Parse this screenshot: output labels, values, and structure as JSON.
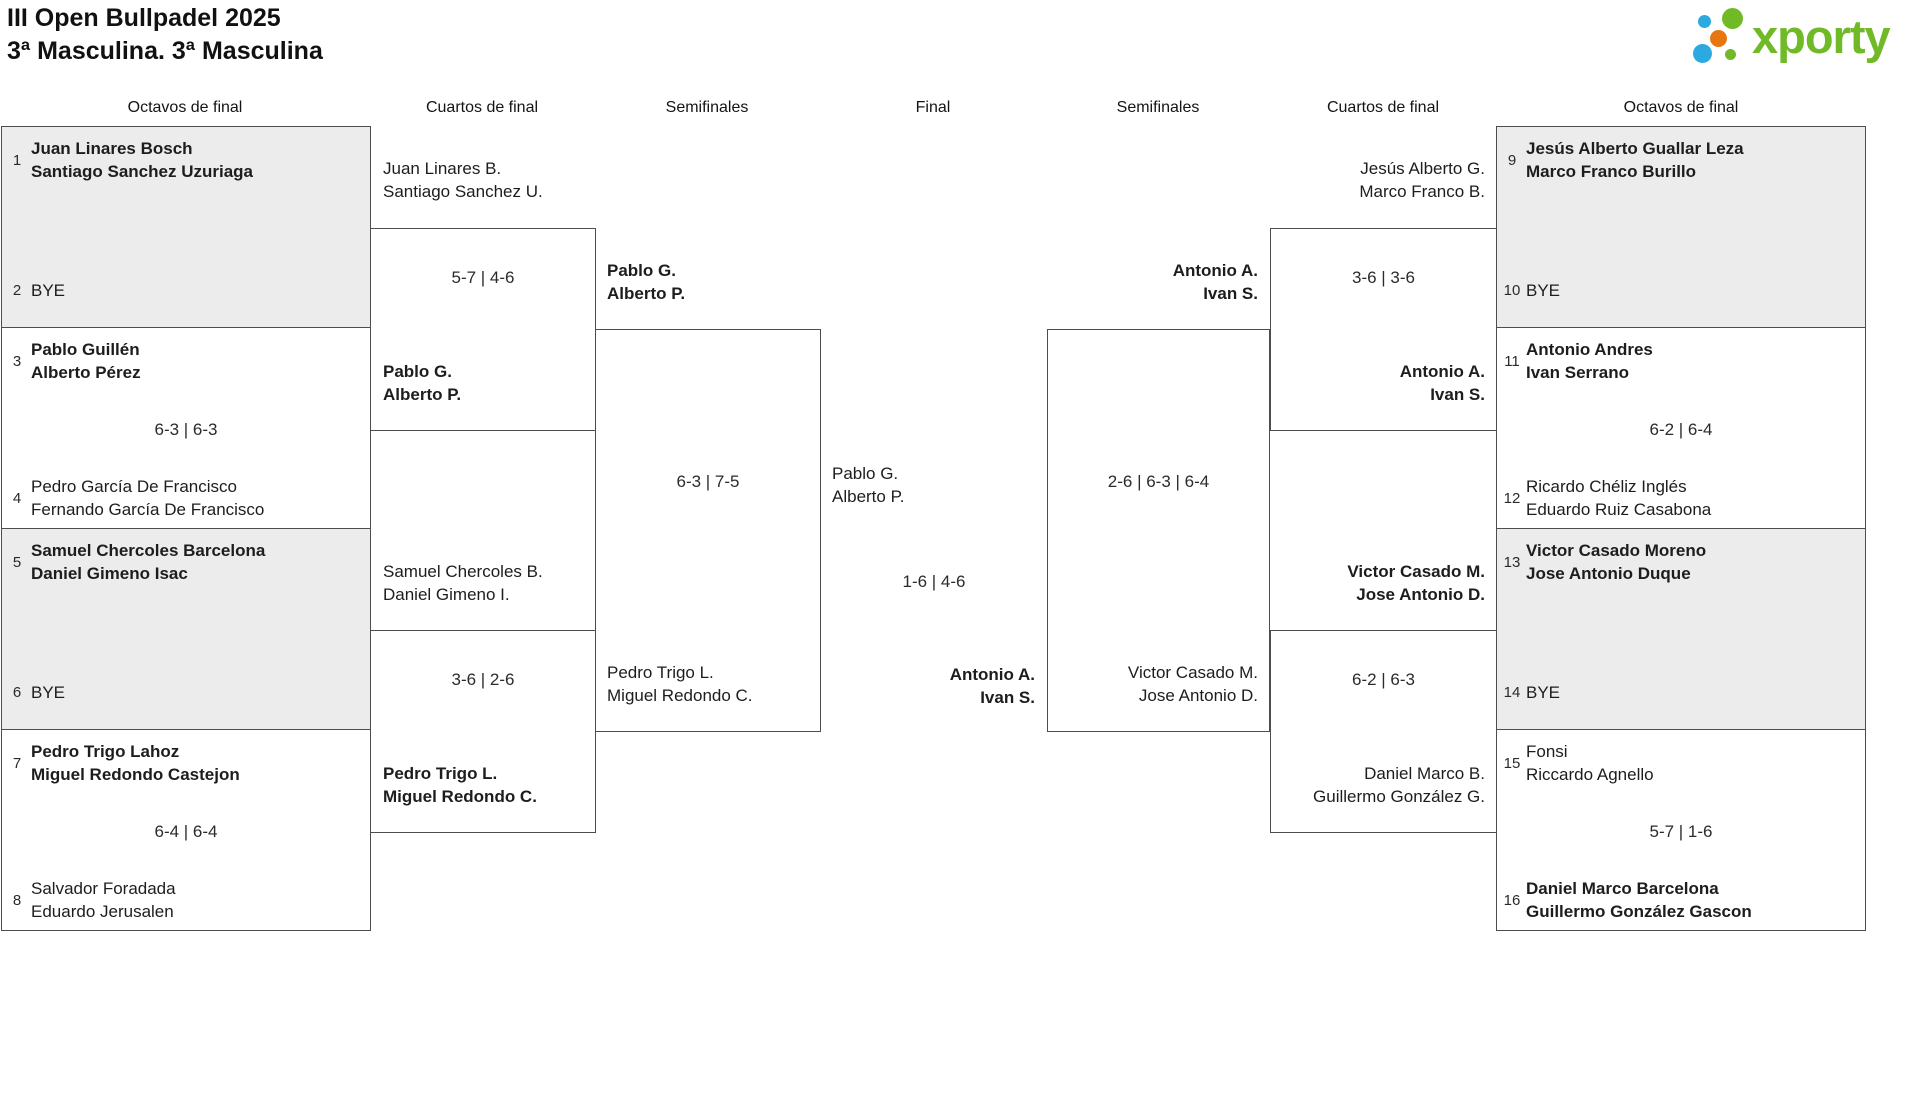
{
  "title": "III Open Bullpadel 2025",
  "subtitle": "3ª Masculina. 3ª Masculina",
  "logo": {
    "text": "xporty",
    "green": "#70ba28",
    "blue": "#2da9e1",
    "orange": "#e87610"
  },
  "colors": {
    "box_gray": "#ececec",
    "border": "#4d4d4d"
  },
  "round_headers": [
    "Octavos de final",
    "Cuartos de final",
    "Semifinales",
    "Final",
    "Semifinales",
    "Cuartos de final",
    "Octavos de final"
  ],
  "octavos_left": [
    {
      "seed_top": "1",
      "team_top": [
        "Juan Linares Bosch",
        "Santiago Sanchez Uzuriaga"
      ],
      "score": "",
      "seed_bottom": "2",
      "team_bottom": [
        "BYE"
      ]
    },
    {
      "seed_top": "3",
      "team_top": [
        "Pablo Guillén",
        "Alberto Pérez"
      ],
      "score": "6-3 | 6-3",
      "seed_bottom": "4",
      "team_bottom": [
        "Pedro García De Francisco",
        "Fernando García De Francisco"
      ]
    },
    {
      "seed_top": "5",
      "team_top": [
        "Samuel Chercoles Barcelona",
        "Daniel Gimeno Isac"
      ],
      "score": "",
      "seed_bottom": "6",
      "team_bottom": [
        "BYE"
      ]
    },
    {
      "seed_top": "7",
      "team_top": [
        "Pedro Trigo Lahoz",
        "Miguel Redondo Castejon"
      ],
      "score": "6-4 | 6-4",
      "seed_bottom": "8",
      "team_bottom": [
        "Salvador Foradada",
        "Eduardo Jerusalen"
      ]
    }
  ],
  "octavos_right": [
    {
      "seed_top": "9",
      "team_top": [
        "Jesús Alberto Guallar Leza",
        "Marco Franco Burillo"
      ],
      "score": "",
      "seed_bottom": "10",
      "team_bottom": [
        "BYE"
      ]
    },
    {
      "seed_top": "11",
      "team_top": [
        "Antonio Andres",
        "Ivan Serrano"
      ],
      "score": "6-2 | 6-4",
      "seed_bottom": "12",
      "team_bottom": [
        "Ricardo Chéliz Inglés",
        "Eduardo Ruiz Casabona"
      ]
    },
    {
      "seed_top": "13",
      "team_top": [
        "Victor Casado Moreno",
        "Jose Antonio Duque"
      ],
      "score": "",
      "seed_bottom": "14",
      "team_bottom": [
        "BYE"
      ]
    },
    {
      "seed_top": "15",
      "team_top": [
        "Fonsi",
        "Riccardo Agnello"
      ],
      "score": "5-7 | 1-6",
      "seed_bottom": "16",
      "team_bottom": [
        "Daniel Marco Barcelona",
        "Guillermo González Gascon"
      ]
    }
  ],
  "cuartos_left": [
    {
      "team_top": [
        "Juan Linares B.",
        "Santiago Sanchez U."
      ],
      "score": "5-7 | 4-6",
      "team_bottom": [
        "Pablo G.",
        "Alberto P."
      ]
    },
    {
      "team_top": [
        "Samuel Chercoles B.",
        "Daniel Gimeno I."
      ],
      "score": "3-6 | 2-6",
      "team_bottom": [
        "Pedro Trigo L.",
        "Miguel Redondo C."
      ]
    }
  ],
  "cuartos_right": [
    {
      "team_top": [
        "Jesús Alberto G.",
        "Marco Franco B."
      ],
      "score": "3-6 | 3-6",
      "team_bottom": [
        "Antonio A.",
        "Ivan S."
      ]
    },
    {
      "team_top": [
        "Victor Casado M.",
        "Jose Antonio D."
      ],
      "score": "6-2 | 6-3",
      "team_bottom": [
        "Daniel Marco B.",
        "Guillermo González G."
      ]
    }
  ],
  "semi_left": {
    "team_top": [
      "Pablo G.",
      "Alberto P."
    ],
    "score": "6-3 | 7-5",
    "team_bottom": [
      "Pedro Trigo L.",
      "Miguel Redondo C."
    ]
  },
  "semi_right": {
    "team_top": [
      "Antonio A.",
      "Ivan S."
    ],
    "score": "2-6 | 6-3 | 6-4",
    "team_bottom": [
      "Victor Casado M.",
      "Jose Antonio D."
    ]
  },
  "final": {
    "team_top": [
      "Pablo G.",
      "Alberto P."
    ],
    "score": "1-6 | 4-6",
    "team_bottom": [
      "Antonio A.",
      "Ivan S."
    ]
  }
}
